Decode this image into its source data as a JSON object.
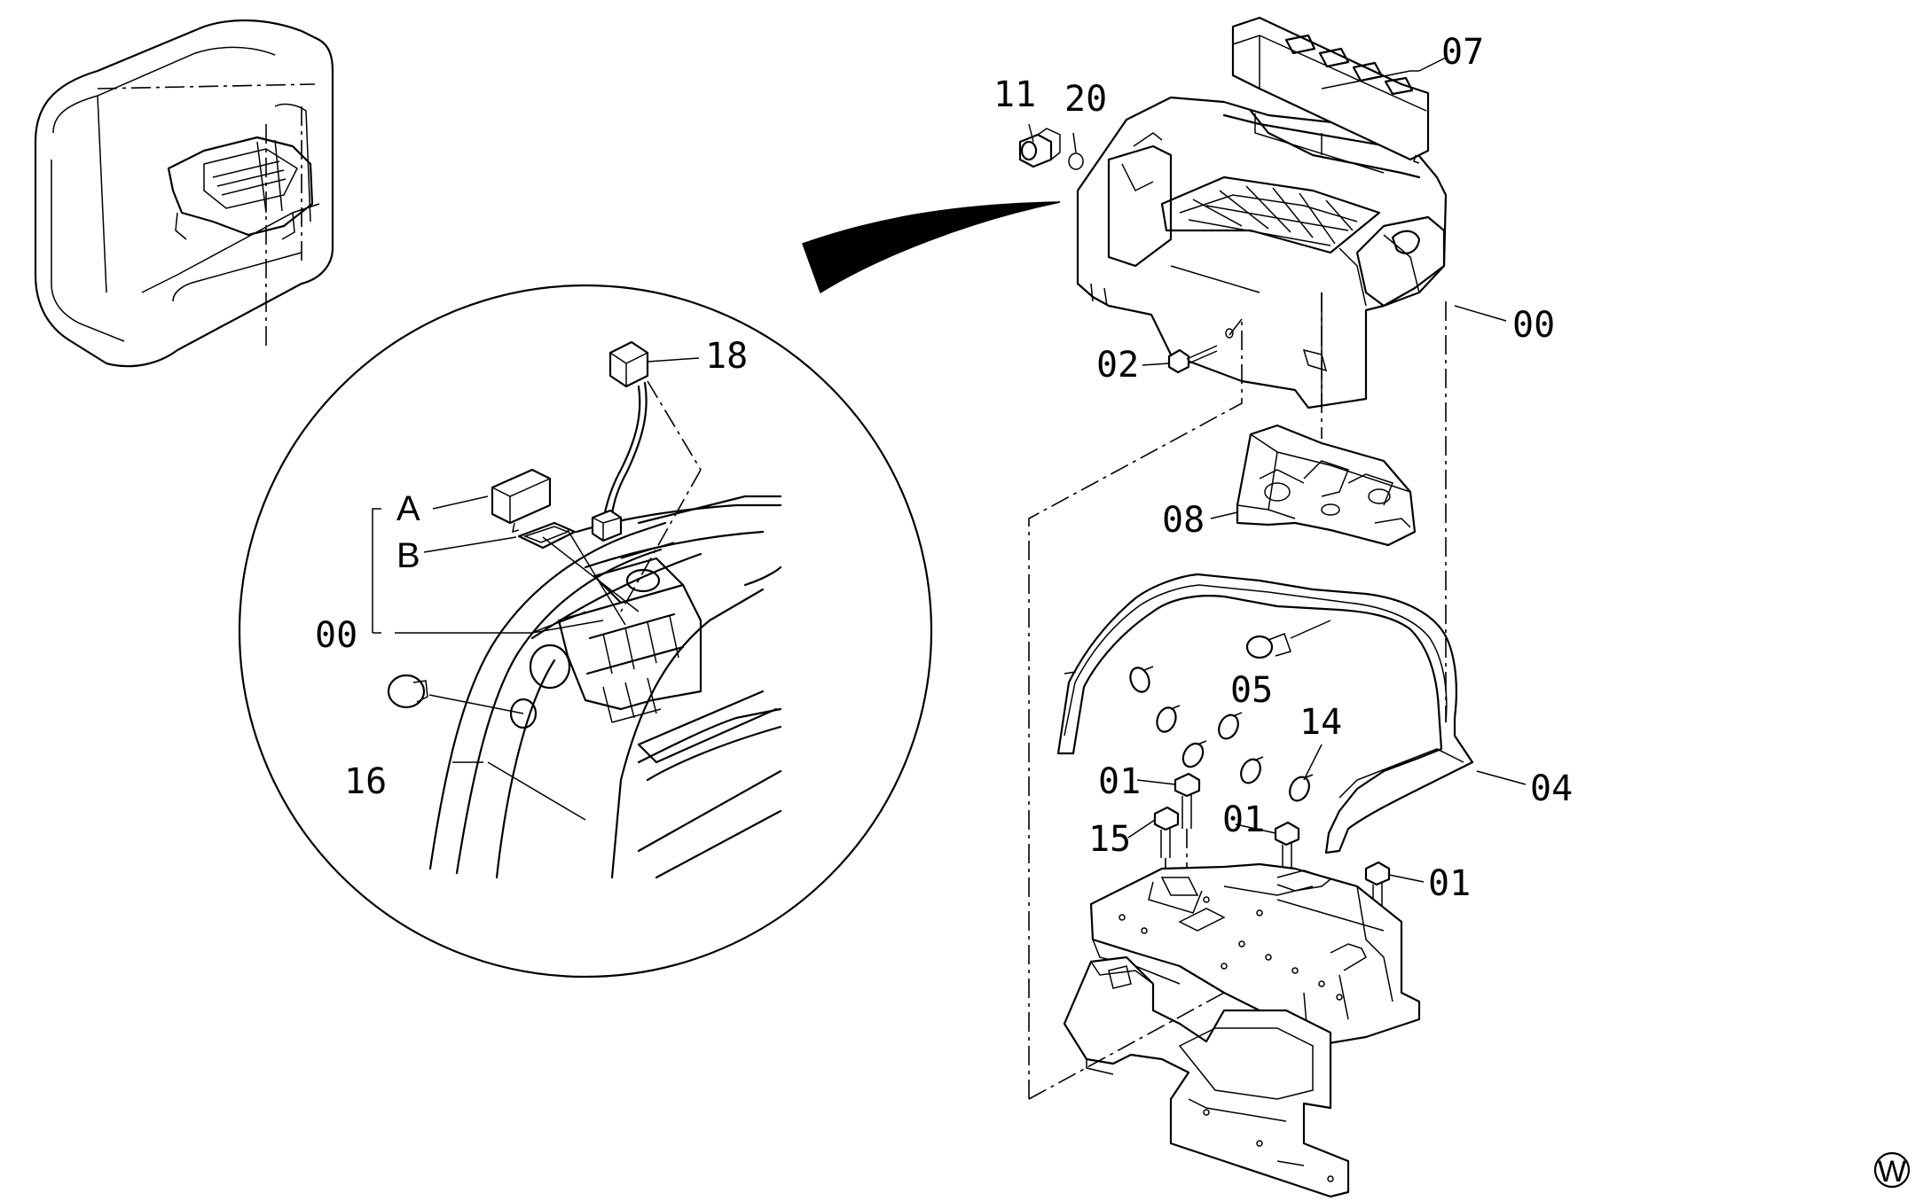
{
  "diagram": {
    "labels": {
      "p07": "07",
      "p11": "11",
      "p20": "20",
      "p00_main": "00",
      "p02": "02",
      "p08": "08",
      "p05": "05",
      "p14": "14",
      "p04": "04",
      "p01_a": "01",
      "p15": "15",
      "p01_b": "01",
      "p01_c": "01",
      "p18": "18",
      "pA": "A",
      "pB": "B",
      "p00_detail": "00",
      "p16": "16"
    },
    "corner_mark": "W"
  }
}
